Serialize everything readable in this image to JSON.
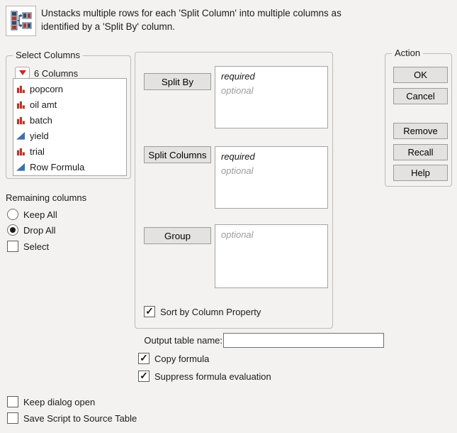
{
  "header": {
    "description_line1": "Unstacks multiple rows for each 'Split Column' into multiple columns as",
    "description_line2": "identified by a 'Split By' column.",
    "icon": "split-table-icon"
  },
  "select_columns": {
    "title": "Select Columns",
    "dropdown": {
      "icon": "red-triangle-menu-icon",
      "label": "6 Columns"
    },
    "columns": [
      {
        "name": "popcorn",
        "type_icon": "nominal-bars-icon"
      },
      {
        "name": "oil amt",
        "type_icon": "nominal-bars-icon"
      },
      {
        "name": "batch",
        "type_icon": "nominal-bars-icon"
      },
      {
        "name": "yield",
        "type_icon": "continuous-triangle-icon"
      },
      {
        "name": "trial",
        "type_icon": "nominal-bars-icon"
      },
      {
        "name": "Row Formula",
        "type_icon": "continuous-triangle-icon"
      }
    ]
  },
  "remaining_columns": {
    "label": "Remaining columns",
    "keep_all": {
      "label": "Keep All",
      "selected": false
    },
    "drop_all": {
      "label": "Drop All",
      "selected": true
    },
    "select": {
      "label": "Select",
      "checked": false
    }
  },
  "cast_roles": {
    "split_by": {
      "button": "Split By",
      "placeholder_required": "required",
      "placeholder_optional": "optional"
    },
    "split_columns": {
      "button": "Split Columns",
      "placeholder_required": "required",
      "placeholder_optional": "optional"
    },
    "group": {
      "button": "Group",
      "placeholder_optional": "optional"
    },
    "sort_checkbox": {
      "label": "Sort by Column Property",
      "checked": true
    }
  },
  "action": {
    "title": "Action",
    "buttons": [
      "OK",
      "Cancel",
      "Remove",
      "Recall",
      "Help"
    ]
  },
  "output": {
    "label": "Output table name:",
    "value": "",
    "copy_formula": {
      "label": "Copy formula",
      "checked": true
    },
    "suppress_eval": {
      "label": "Suppress formula evaluation",
      "checked": true
    }
  },
  "footer": {
    "keep_dialog_open": {
      "label": "Keep dialog open",
      "checked": false
    },
    "save_script": {
      "label": "Save Script to Source Table",
      "checked": false
    }
  },
  "colors": {
    "background": "#f3f2f1",
    "nominal_icon_red": "#b53729",
    "continuous_icon_blue": "#3f6fad",
    "dropdown_triangle_red": "#cf2525",
    "button_face": "#e3e2e1",
    "placeholder_gray": "#9b9b9b"
  }
}
